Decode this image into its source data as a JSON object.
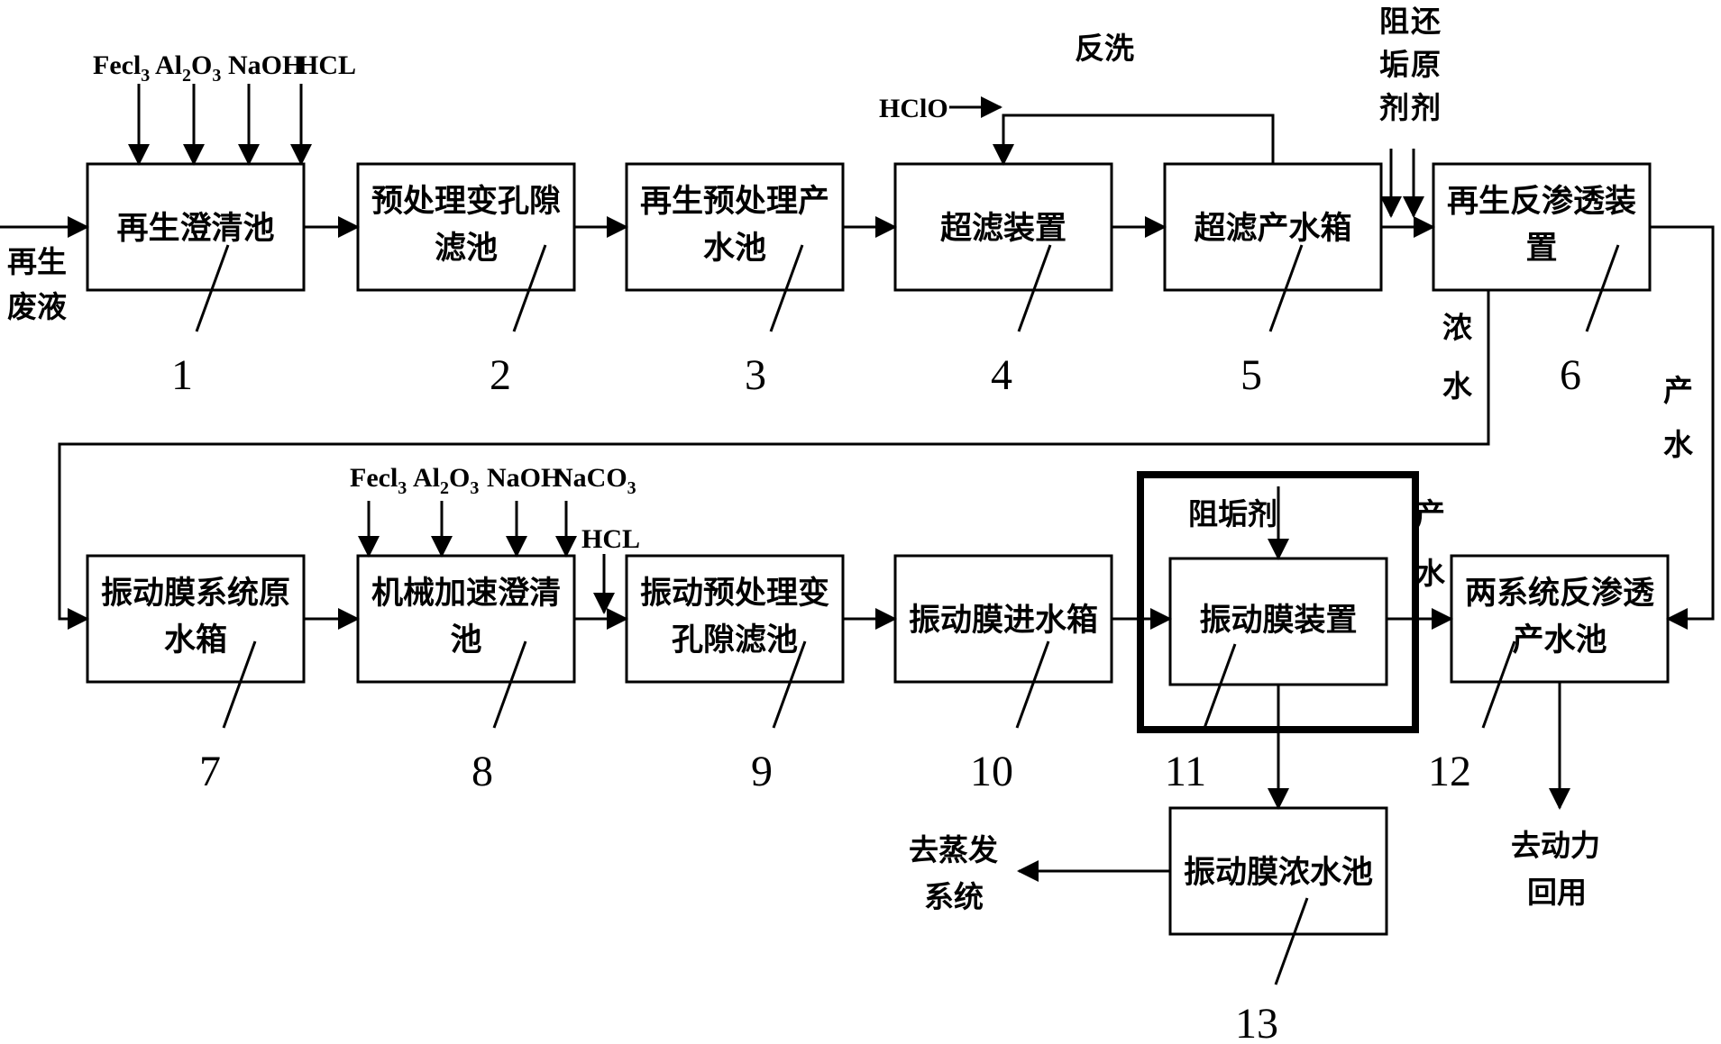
{
  "boxes": {
    "b1": "再生澄清池",
    "b2": [
      "预处理变孔隙",
      "滤池"
    ],
    "b3": [
      "再生预处理产",
      "水池"
    ],
    "b4": "超滤装置",
    "b5": "超滤产水箱",
    "b6": [
      "再生反渗透装",
      "置"
    ],
    "b7": [
      "振动膜系统原",
      "水箱"
    ],
    "b8": [
      "机械加速澄清",
      "池"
    ],
    "b9": [
      "振动预处理变",
      "孔隙滤池"
    ],
    "b10": "振动膜进水箱",
    "b11": "振动膜装置",
    "b12": [
      "两系统反渗透",
      "产水池"
    ],
    "b13": "振动膜浓水池"
  },
  "numbers": [
    "1",
    "2",
    "3",
    "4",
    "5",
    "6",
    "7",
    "8",
    "9",
    "10",
    "11",
    "12",
    "13"
  ],
  "inputs": {
    "regen_waste": [
      "再生",
      "废液"
    ],
    "row1_chems": [
      {
        "base": "Fecl",
        "sub": "3"
      },
      {
        "base": "Al",
        "sub": "2",
        "base2": "O",
        "sub2": "3"
      },
      {
        "base": "NaOH"
      },
      {
        "base": "HCL"
      }
    ],
    "hclo": "HClO",
    "backwash": "反洗",
    "scale_inhibitor_v": [
      "阻",
      "垢",
      "剂"
    ],
    "reducing_agent_v": [
      "还",
      "原",
      "剂"
    ],
    "row2_chems": [
      {
        "base": "Fecl",
        "sub": "3"
      },
      {
        "base": "Al",
        "sub": "2",
        "base2": "O",
        "sub2": "3"
      },
      {
        "base": "NaOH"
      },
      {
        "base": "NaCO",
        "sub": "3"
      }
    ],
    "hcl2": "HCL",
    "scale_inhibitor": "阻垢剂"
  },
  "flow_labels": {
    "concentrate_v": [
      "浓",
      "水"
    ],
    "product_v1": [
      "产",
      "水"
    ],
    "product_v2": [
      "产",
      "水"
    ],
    "to_evaporation": [
      "去蒸发",
      "系统"
    ],
    "to_power": [
      "去动力",
      "回用"
    ]
  }
}
